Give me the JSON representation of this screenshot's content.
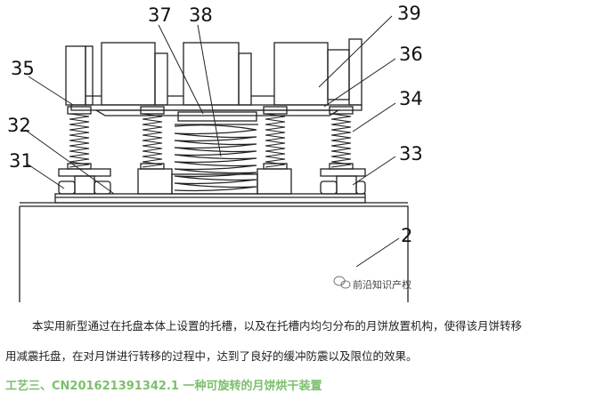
{
  "figure": {
    "callouts": {
      "c37": "37",
      "c38": "38",
      "c39": "39",
      "c35": "35",
      "c36": "36",
      "c34": "34",
      "c32": "32",
      "c31": "31",
      "c33": "33",
      "c2": "2"
    },
    "watermark": "前沿知识产权",
    "line_color": "#222222"
  },
  "article": {
    "paragraph_line1": "本实用新型通过在托盘本体上设置的托槽，以及在托槽内均匀分布的月饼放置机构，使得该月饼转移",
    "paragraph_line2": "用减震托盘，在对月饼进行转移的过程中，达到了良好的缓冲防震以及限位的效果。",
    "section_heading": "工艺三、CN201621391342.1 一种可旋转的月饼烘干装置",
    "heading_color": "#7cbf6b"
  }
}
